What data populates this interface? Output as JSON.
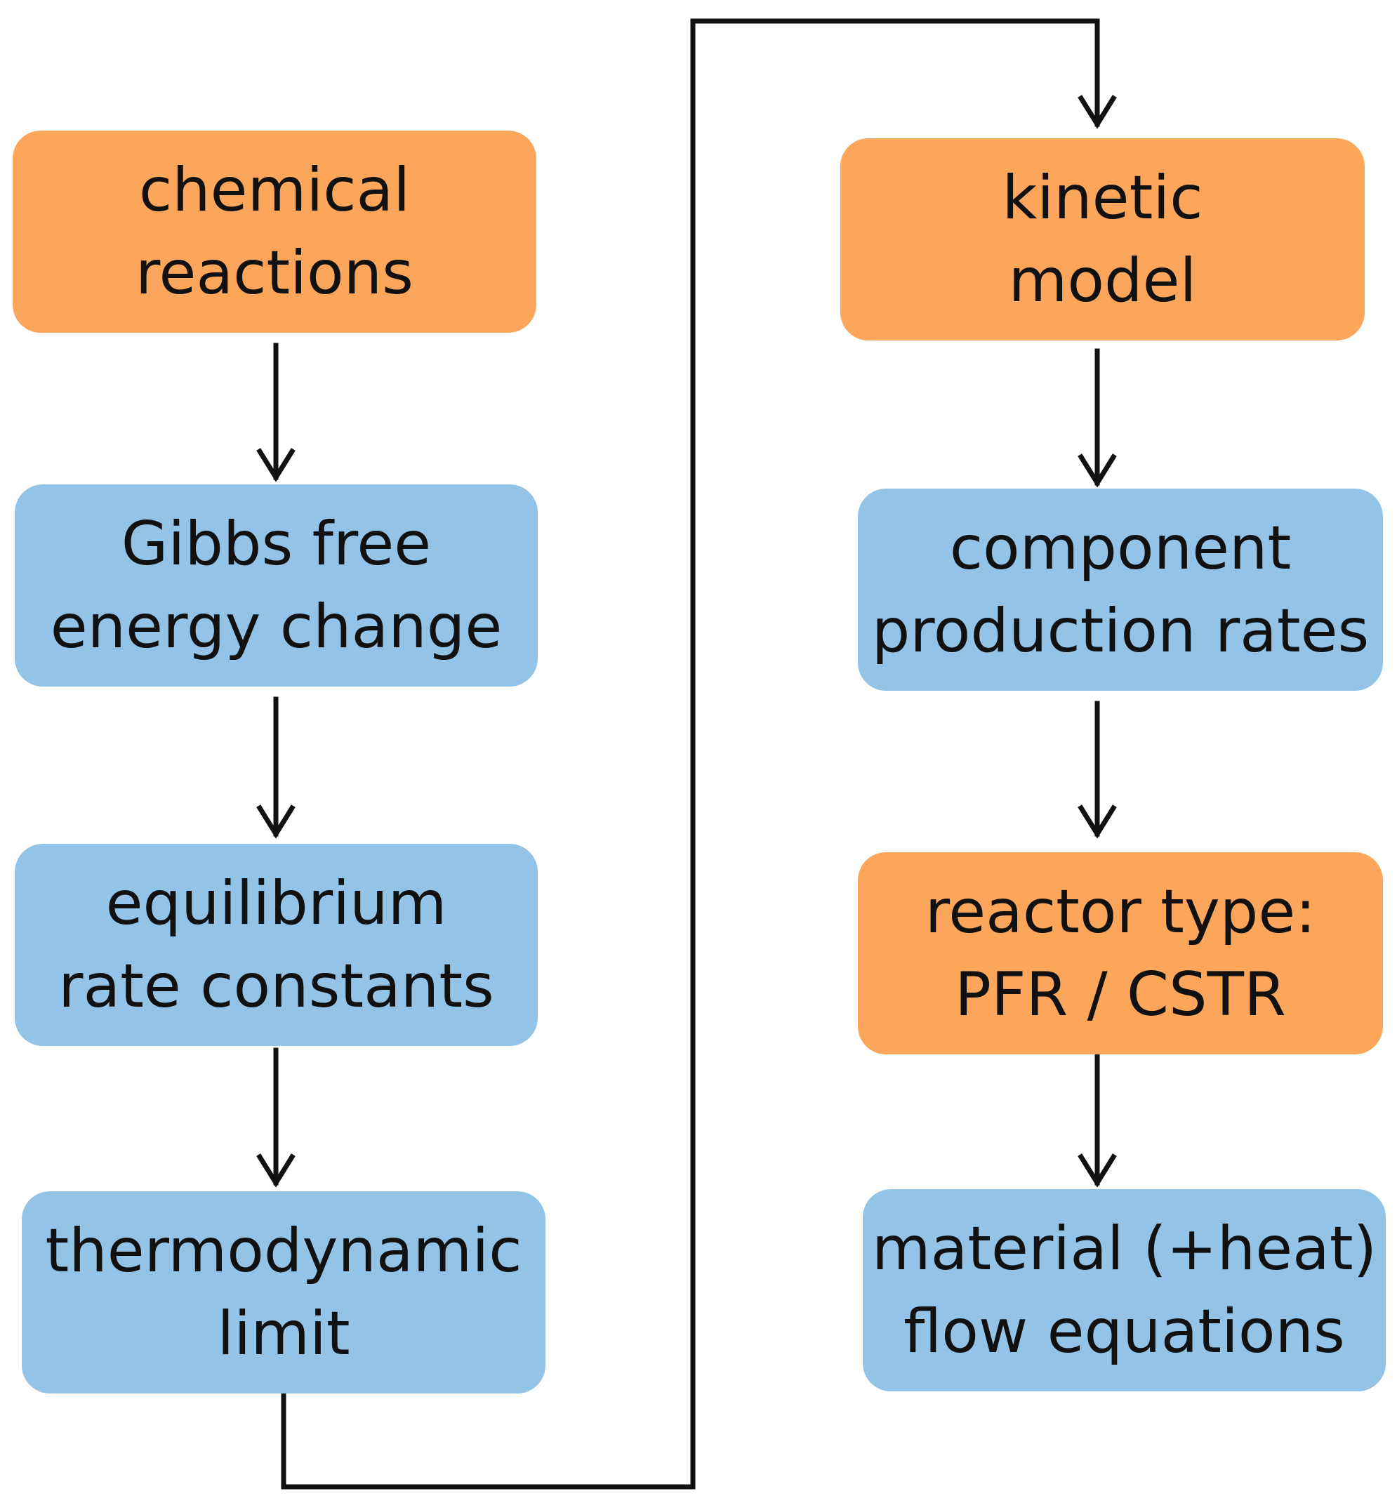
{
  "diagram": {
    "colors": {
      "input_box": "#fba65b",
      "computed_box": "#93c4e8",
      "connector": "#111111"
    },
    "boxes": {
      "chemical_reactions": {
        "line1": "chemical",
        "line2": "reactions"
      },
      "gibbs": {
        "line1": "Gibbs free",
        "line2": "energy change"
      },
      "equilibrium": {
        "line1": "equilibrium",
        "line2": "rate constants"
      },
      "thermodynamic": {
        "line1": "thermodynamic",
        "line2": "limit"
      },
      "kinetic": {
        "line1": "kinetic",
        "line2": "model"
      },
      "component": {
        "line1": "component",
        "line2": "production rates"
      },
      "reactor": {
        "line1": "reactor type:",
        "line2": "PFR / CSTR"
      },
      "material": {
        "line1": "material (+heat)",
        "line2": "flow equations"
      }
    }
  }
}
